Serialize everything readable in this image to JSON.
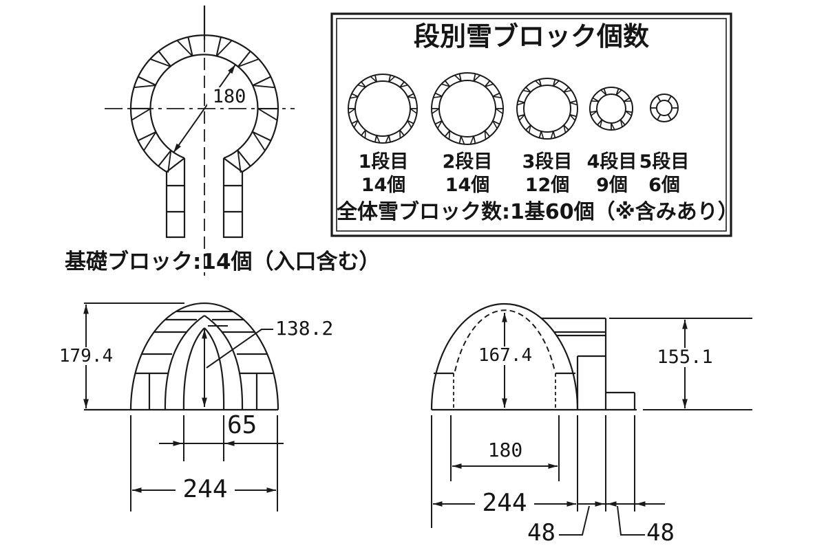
{
  "page": {
    "background_color": "#ffffff",
    "line_color": "#1a1a1a"
  },
  "plan_view": {
    "diameter_label": "180",
    "caption": "基礎ブロック:14個（入口含む）"
  },
  "legend": {
    "title": "段別雪ブロック個数",
    "tiers": [
      {
        "label": "1段目",
        "count": "14個"
      },
      {
        "label": "2段目",
        "count": "14個"
      },
      {
        "label": "3段目",
        "count": "12個"
      },
      {
        "label": "4段目",
        "count": "9個"
      },
      {
        "label": "5段目",
        "count": "6個"
      }
    ],
    "total_note": "全体雪ブロック数:1基60個（※含みあり）"
  },
  "front_view": {
    "height": "179.4",
    "inner_height": "138.2",
    "entrance_width": "65",
    "width": "244"
  },
  "side_view": {
    "inner_height": "167.4",
    "tunnel_height": "155.1",
    "inner_width": "180",
    "width": "244",
    "tunnel_depth_1": "48",
    "tunnel_depth_2": "48"
  }
}
